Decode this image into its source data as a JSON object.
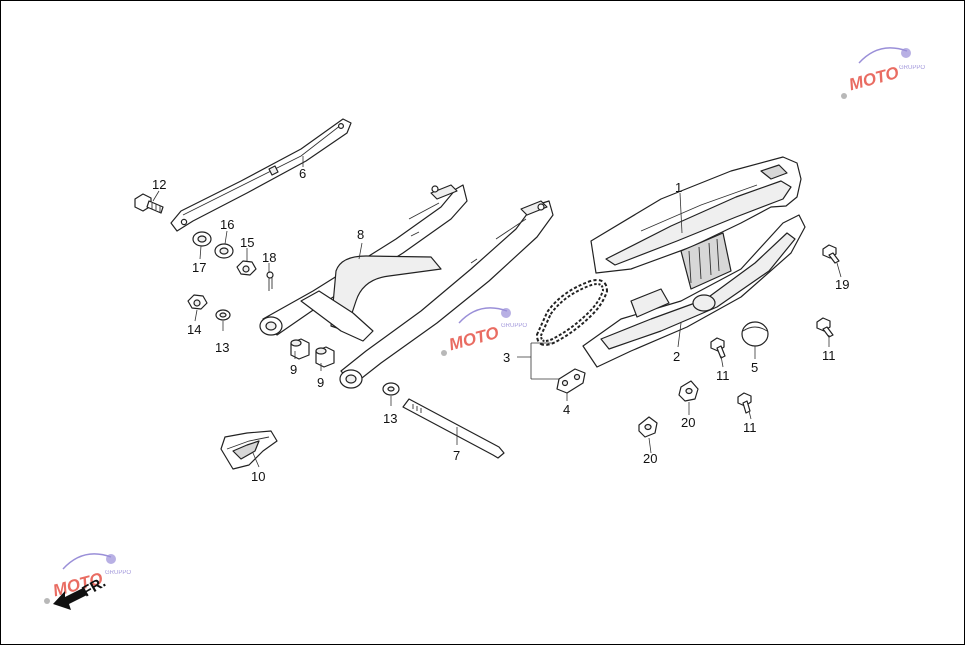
{
  "callouts": [
    {
      "id": "c1",
      "label": "1"
    },
    {
      "id": "c2",
      "label": "2"
    },
    {
      "id": "c3",
      "label": "3"
    },
    {
      "id": "c4",
      "label": "4"
    },
    {
      "id": "c5",
      "label": "5"
    },
    {
      "id": "c6",
      "label": "6"
    },
    {
      "id": "c7",
      "label": "7"
    },
    {
      "id": "c8",
      "label": "8"
    },
    {
      "id": "c9a",
      "label": "9"
    },
    {
      "id": "c9b",
      "label": "9"
    },
    {
      "id": "c10",
      "label": "10"
    },
    {
      "id": "c11a",
      "label": "11"
    },
    {
      "id": "c11b",
      "label": "11"
    },
    {
      "id": "c11c",
      "label": "11"
    },
    {
      "id": "c12",
      "label": "12"
    },
    {
      "id": "c13a",
      "label": "13"
    },
    {
      "id": "c13b",
      "label": "13"
    },
    {
      "id": "c14",
      "label": "14"
    },
    {
      "id": "c15",
      "label": "15"
    },
    {
      "id": "c16",
      "label": "16"
    },
    {
      "id": "c17",
      "label": "17"
    },
    {
      "id": "c18",
      "label": "18"
    },
    {
      "id": "c19",
      "label": "19"
    },
    {
      "id": "c20a",
      "label": "20"
    },
    {
      "id": "c20b",
      "label": "20"
    }
  ],
  "direction_indicator": {
    "label": "FR."
  },
  "watermark": {
    "brand": "MOTO",
    "sub": "GRUPPO"
  },
  "colors": {
    "line": "#222222",
    "watermark_red": "#e23b2e",
    "watermark_blue": "#9a8fd8"
  }
}
